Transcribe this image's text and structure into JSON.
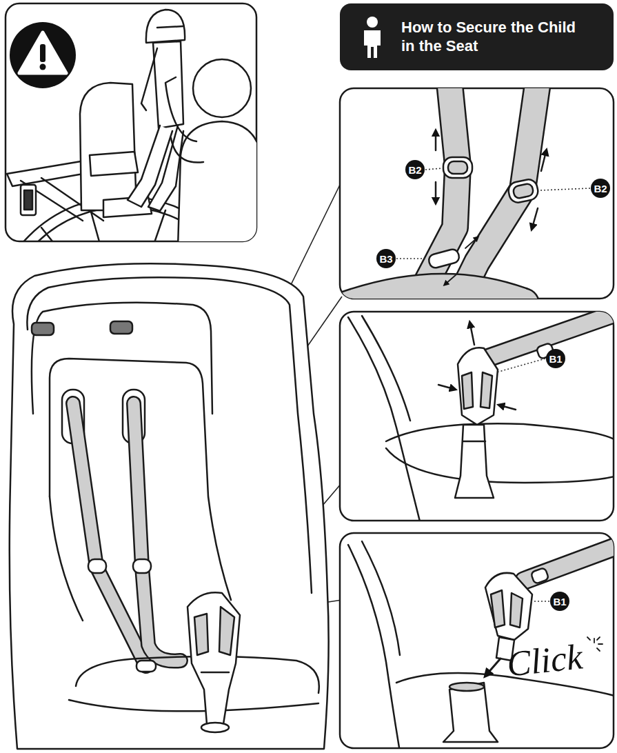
{
  "diagram": {
    "title": "How to Secure the Child in the Seat",
    "labels": [
      "B2",
      "B2",
      "B3",
      "B1",
      "B1",
      "Click"
    ]
  }
}
